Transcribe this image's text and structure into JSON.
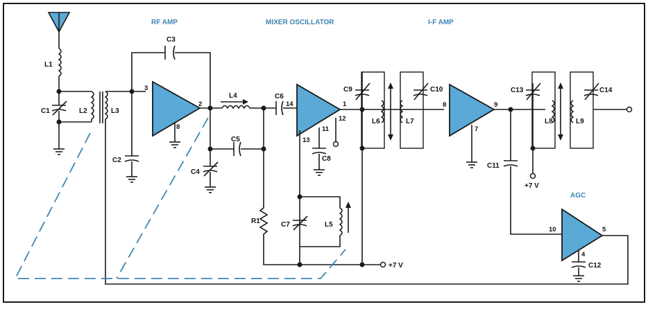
{
  "colors": {
    "section": "#3f86b4",
    "amp_fill": "#5aa9d6",
    "ink": "#1a1a1a"
  },
  "sections": {
    "rf_amp": "RF AMP",
    "mixer_osc": "MIXER OSCILLATOR",
    "if_amp": "I-F AMP",
    "agc": "AGC"
  },
  "components": {
    "L1": "L1",
    "L2": "L2",
    "L3": "L3",
    "L4": "L4",
    "L5": "L5",
    "L6a": "L6",
    "L7": "L7",
    "L8": "L8",
    "L9": "L9",
    "C1": "C1",
    "C2": "C2",
    "C3": "C3",
    "C4": "C4",
    "C5": "C5",
    "C6": "C6",
    "C7": "C7",
    "C8": "C8",
    "C9": "C9",
    "C10": "C10",
    "C11": "C11",
    "C12": "C12",
    "C13": "C13",
    "C14": "C14",
    "R1": "R1"
  },
  "pins": {
    "rf_in": "3",
    "rf_out": "2",
    "rf_gnd": "8",
    "mix_in": "14",
    "mix_out": "1",
    "mix_p12": "12",
    "mix_p11": "11",
    "mix_p13": "13",
    "if_in": "8",
    "if_out": "9",
    "if_gnd": "7",
    "agc_in": "10",
    "agc_out": "5",
    "agc_p4": "4"
  },
  "supply": {
    "mixer": "+7 V",
    "if": "+7 V"
  }
}
